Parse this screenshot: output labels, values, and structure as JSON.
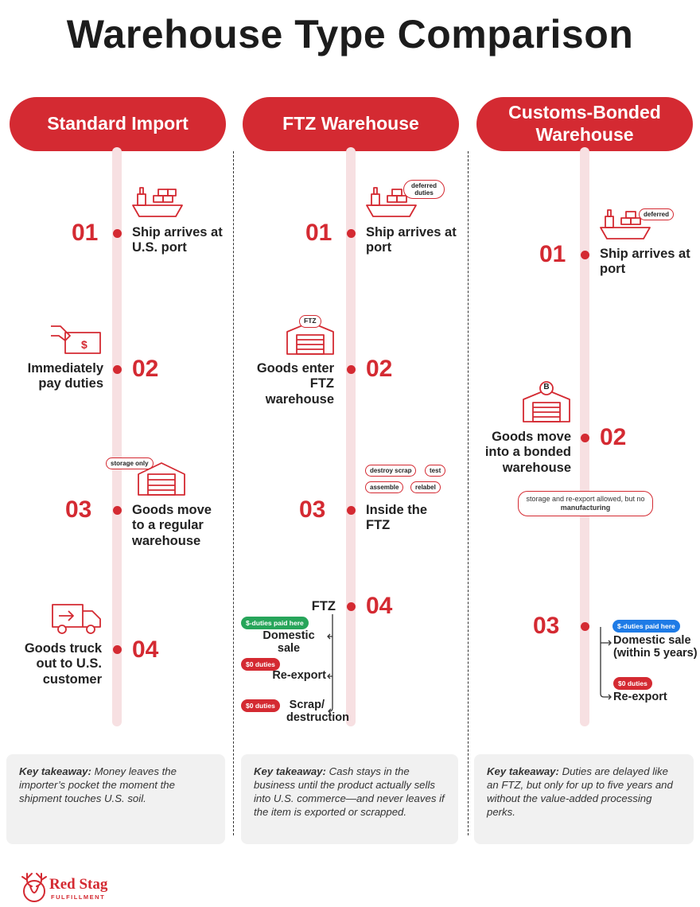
{
  "title": "Warehouse Type Comparison",
  "columns": [
    {
      "header": "Standard Import",
      "steps": [
        {
          "num": "01",
          "label": "Ship arrives at U.S. port"
        },
        {
          "num": "02",
          "label": "Immediately pay duties"
        },
        {
          "num": "03",
          "label": "Goods move to a regular warehouse",
          "tag": "storage only"
        },
        {
          "num": "04",
          "label": "Goods truck out to U.S. customer"
        }
      ],
      "takeaway_lead": "Key takeaway:",
      "takeaway": " Money leaves the importer’s pocket the moment the shipment touches U.S. soil."
    },
    {
      "header": "FTZ Warehouse",
      "steps": [
        {
          "num": "01",
          "label": "Ship arrives at port",
          "tag": "deferred duties"
        },
        {
          "num": "02",
          "label": "Goods enter FTZ warehouse",
          "sign": "FTZ"
        },
        {
          "num": "03",
          "label": "Inside the FTZ",
          "tags": [
            "destroy scrap",
            "test",
            "assemble",
            "relabel"
          ]
        },
        {
          "num": "04",
          "label": "FTZ",
          "outcomes": [
            {
              "badge": "$-duties paid here",
              "label": "Domestic sale"
            },
            {
              "badge": "$0 duties",
              "label": "Re-export"
            },
            {
              "badge": "$0 duties",
              "label": "Scrap/ destruction"
            }
          ]
        }
      ],
      "takeaway_lead": "Key takeaway:",
      "takeaway": " Cash stays in the business until the product actually sells into U.S. commerce—and never leaves if the item is exported or scrapped."
    },
    {
      "header": "Customs-Bonded Warehouse",
      "steps": [
        {
          "num": "01",
          "label": "Ship arrives at port",
          "tag": "deferred"
        },
        {
          "num": "02",
          "label": "Goods move into a bonded warehouse",
          "sign": "B",
          "note": "storage and re-export allowed, but no",
          "note_bold": "manufacturing"
        },
        {
          "num": "03",
          "outcomes": [
            {
              "badge": "$-duties paid here",
              "label": "Domestic sale (within 5 years)"
            },
            {
              "badge": "$0 duties",
              "label": "Re-export"
            }
          ]
        }
      ],
      "takeaway_lead": "Key takeaway:",
      "takeaway": " Duties are delayed like an FTZ, but only for up to five years and without the value-added processing perks."
    }
  ],
  "brand": {
    "name": "Red Stag",
    "sub": "FULFILLMENT"
  },
  "colors": {
    "accent": "#d42a32",
    "timeline": "#f7e0e2",
    "green": "#27a55a",
    "blue": "#1e7be6"
  },
  "icons": [
    "ship-icon",
    "cash-hand-icon",
    "warehouse-icon",
    "truck-icon",
    "stag-logo-icon"
  ]
}
